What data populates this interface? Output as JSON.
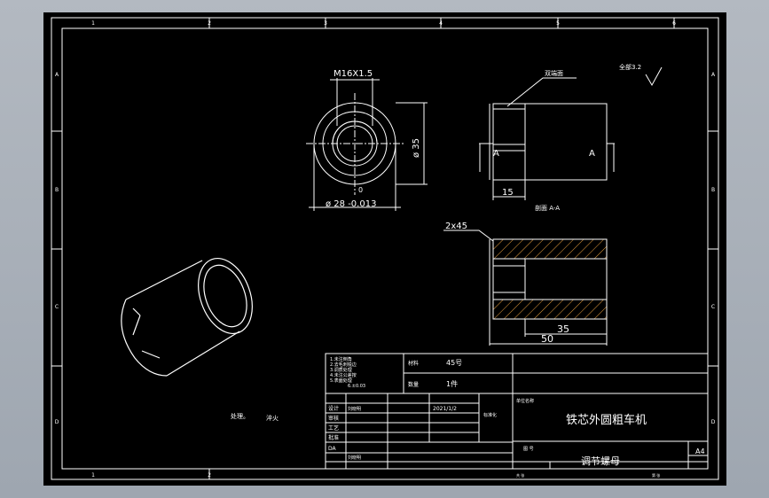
{
  "colors": {
    "paper": "#000000",
    "line": "#ffffff",
    "hatch": "#e8a040",
    "dim": "#ffffff",
    "window": "#a9b0b9"
  },
  "border": {
    "cols_top": [
      "1",
      "2",
      "3",
      "4",
      "5",
      "6"
    ],
    "cols_bottom": [
      "1",
      "2"
    ],
    "rows": [
      "A",
      "B",
      "C",
      "D"
    ]
  },
  "front_view": {
    "thread_label": "M16X1.5",
    "diameter_label": "ø 35",
    "tolerance_label": "ø 28 -0.013",
    "tol_upper": "0"
  },
  "section_view": {
    "leader_note": "双端面",
    "section_mark": "A",
    "dim_15": "15",
    "section_title": "剖面 A-A"
  },
  "roughness": {
    "label": "全部3.2"
  },
  "lower_section": {
    "chamfer": "2x45",
    "dim_35": "35",
    "dim_50": "50"
  },
  "notes_left": {
    "line1": "处理。",
    "line2": "淬火"
  },
  "title_block": {
    "tech_reqs": [
      "1.未注倒角",
      "2.去毛刺锐边",
      "3.调质处理",
      "4.未注公差按",
      "5.表面处理",
      "6.±0.03"
    ],
    "material_key": "材料",
    "material_val": "45号",
    "qty_key": "数量",
    "qty_val": "1件",
    "row_labels": [
      "设计",
      "审核",
      "工艺",
      "批准",
      "DA"
    ],
    "designer": "刘晓明",
    "date": "2021/1/2",
    "stamp_label": "标准化",
    "main_title": "铁芯外圆粗车机",
    "part_name": "调节螺母",
    "size": "A4",
    "bottom_cells": [
      "共 张",
      "第 张"
    ],
    "org_label": "单位名称",
    "drawing_no": "图 号"
  }
}
